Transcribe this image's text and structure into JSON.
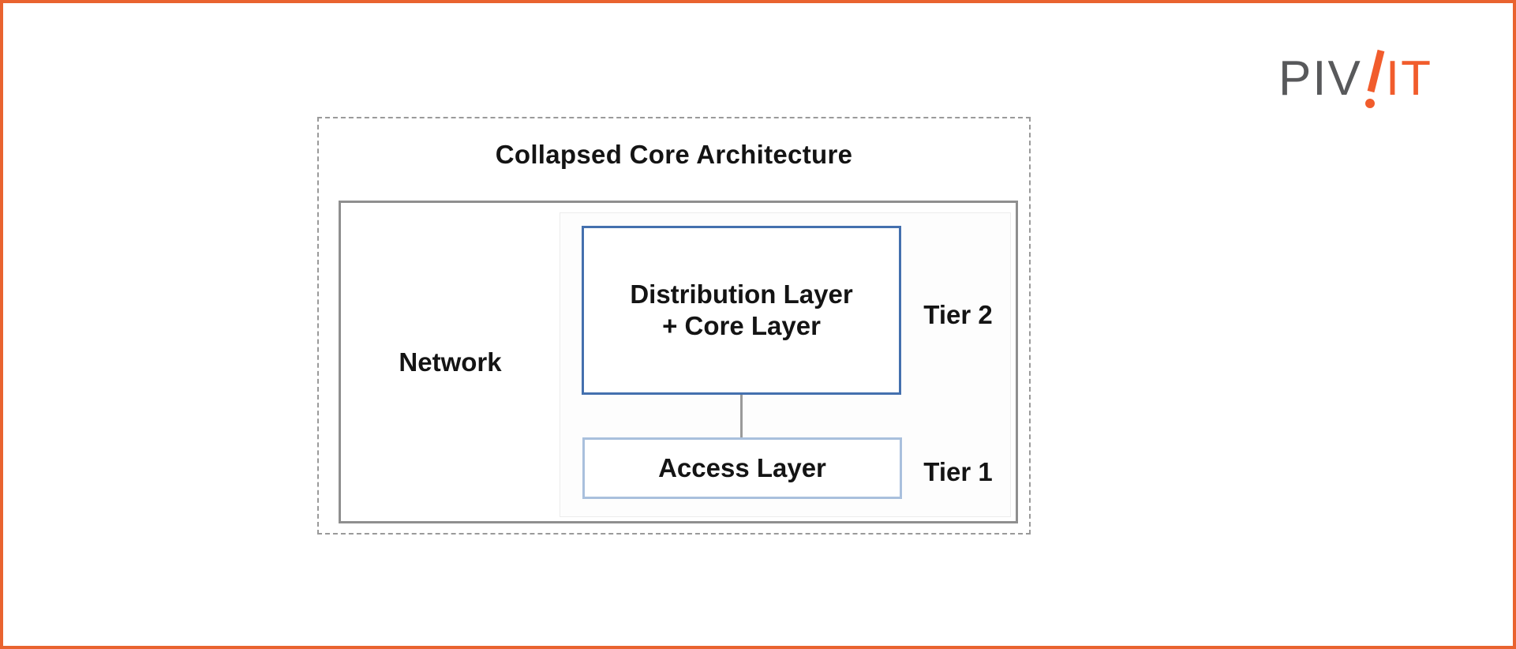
{
  "logo": {
    "prefix": "PIV",
    "suffix": "IT",
    "mark_icon": "slanted-exclamation"
  },
  "diagram": {
    "title": "Collapsed Core Architecture",
    "network_label": "Network",
    "distribution_box": {
      "line1": "Distribution Layer",
      "line2": "+ Core Layer"
    },
    "access_box": {
      "label": "Access Layer"
    },
    "tier2_label": "Tier 2",
    "tier1_label": "Tier 1"
  },
  "colors": {
    "frame_orange": "#E9632F",
    "logo_gray": "#58595B",
    "logo_orange": "#F15C2C",
    "dashed_border_gray": "#9A9A9A",
    "network_border_gray": "#8F8F8F",
    "distribution_border_blue": "#4470AE",
    "access_border_blue": "#A9C0DD",
    "text_black": "#141414",
    "panel_background": "#FDFDFD"
  }
}
